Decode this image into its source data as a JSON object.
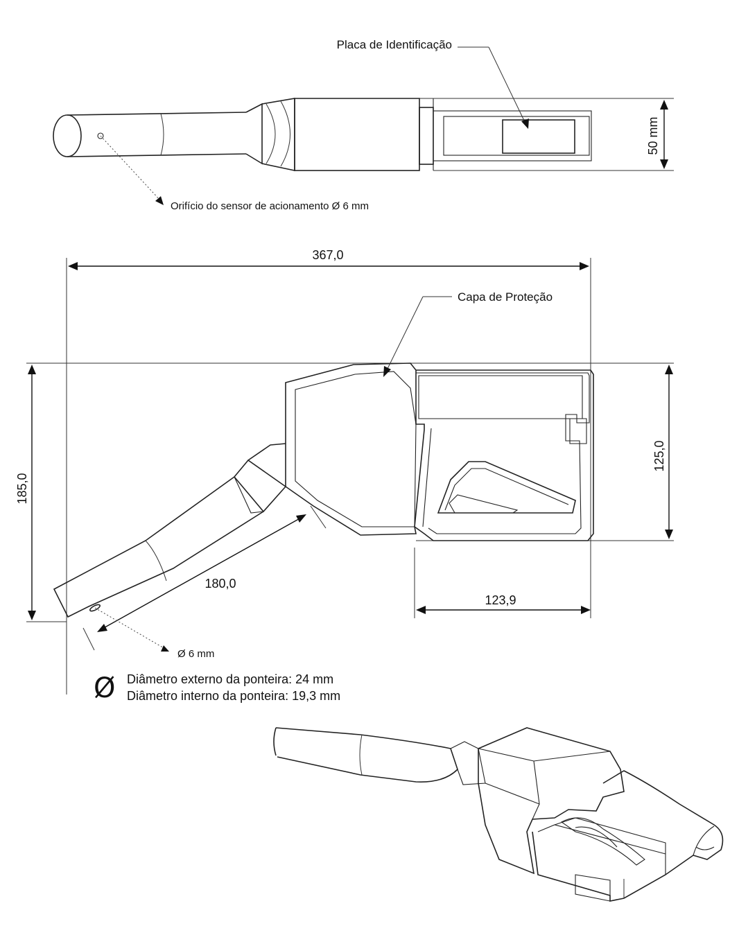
{
  "top_view": {
    "label_plate": "Placa de Identificação",
    "label_sensor": "Orifício do sensor de acionamento Ø 6 mm",
    "dim_width": "50 mm"
  },
  "side_view": {
    "label_cap": "Capa de Proteção",
    "dim_length": "367,0",
    "dim_height_total": "185,0",
    "dim_height_body": "125,0",
    "dim_spout": "180,0",
    "dim_handle": "123,9",
    "label_hole": "Ø 6 mm"
  },
  "notes": {
    "symbol": "Ø",
    "outer_diameter": "Diâmetro externo da ponteira: 24 mm",
    "inner_diameter": "Diâmetro interno da ponteira: 19,3 mm"
  }
}
